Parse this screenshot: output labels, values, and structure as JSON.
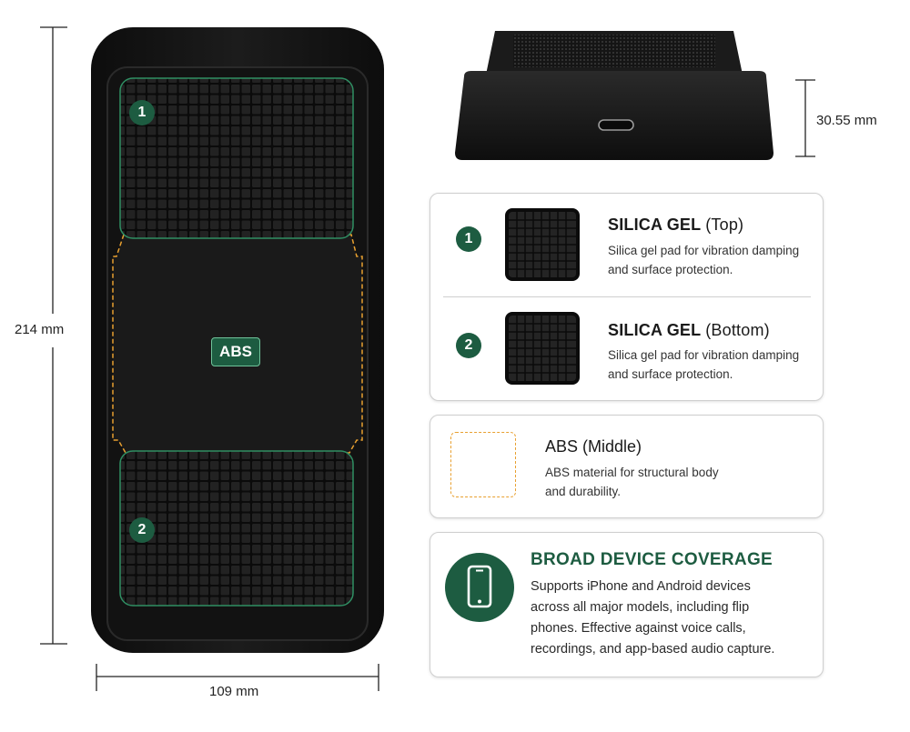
{
  "dimensions": {
    "height_label": "214 mm",
    "width_label": "109 mm",
    "depth_label": "30.55 mm"
  },
  "device_labels": {
    "pad1": "1",
    "pad2": "2",
    "middle": "ABS"
  },
  "materials": [
    {
      "number": "1",
      "name": "SILICA GEL",
      "qualifier": "(Top)",
      "desc_line1": "Silica gel pad for vibration damping",
      "desc_line2": "and surface protection."
    },
    {
      "number": "2",
      "name": "SILICA GEL",
      "qualifier": "(Bottom)",
      "desc_line1": "Silica gel pad for vibration damping",
      "desc_line2": "and surface protection."
    },
    {
      "name": "ABS (Middle)",
      "desc_line1": "ABS material for structural body",
      "desc_line2": "and durability."
    }
  ],
  "coverage": {
    "title": "BROAD DEVICE COVERAGE",
    "lines": [
      "Supports iPhone and Android devices",
      "across all major models, including flip",
      "phones. Effective against voice calls,",
      "recordings, and app-based audio capture."
    ]
  },
  "colors": {
    "accent_green": "#1d5c41",
    "abs_outline": "#e8a030",
    "device_black": "#141414"
  }
}
